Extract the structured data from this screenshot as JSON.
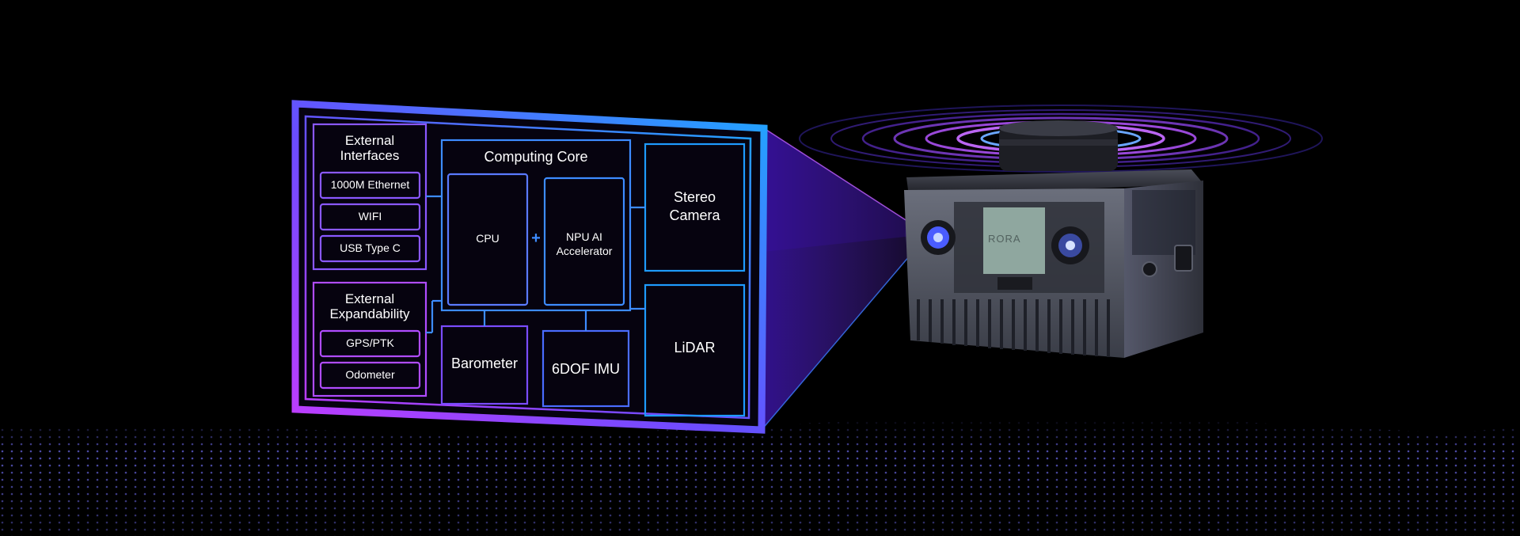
{
  "diagram": {
    "external_interfaces": {
      "title": "External\nInterfaces",
      "items": [
        "1000M Ethernet",
        "WIFI",
        "USB Type C"
      ]
    },
    "external_expandability": {
      "title": "External\nExpandability",
      "items": [
        "GPS/PTK",
        "Odometer"
      ]
    },
    "computing_core": {
      "title": "Computing Core",
      "cpu": "CPU",
      "plus": "+",
      "npu": "NPU AI\nAccelerator"
    },
    "stereo_camera": "Stereo\nCamera",
    "barometer": "Barometer",
    "imu": "6DOF IMU",
    "lidar": "LiDAR"
  },
  "device": {
    "logo_text": "RORA"
  },
  "colors": {
    "background": "#000000",
    "frame_purple": "#b03cff",
    "frame_blue": "#1e9bff",
    "beam": "#6a2bff"
  }
}
